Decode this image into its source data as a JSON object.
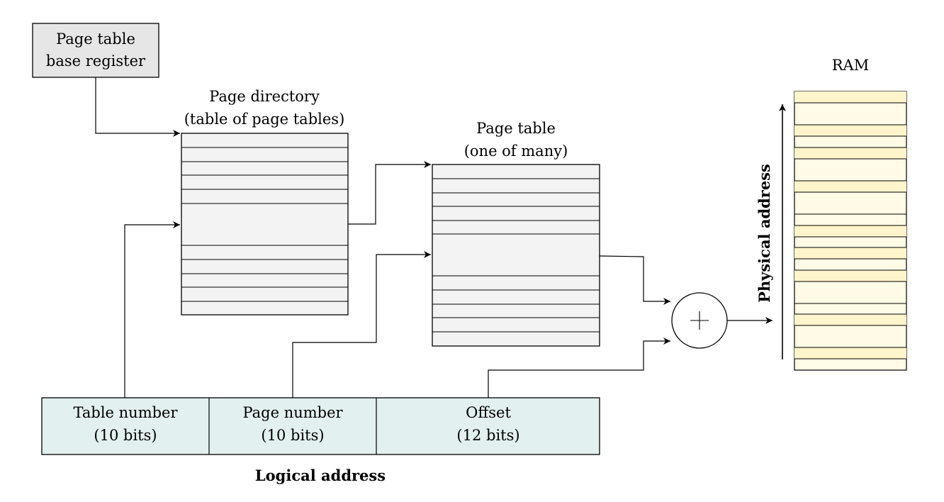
{
  "ptbr": {
    "line1": "Page table",
    "line2": "base register"
  },
  "directory": {
    "line1": "Page directory",
    "line2": "(table of page tables)"
  },
  "page_table": {
    "line1": "Page table",
    "line2": "(one of many)"
  },
  "ram": {
    "title": "RAM"
  },
  "physical_address": "Physical address",
  "logical_address": {
    "caption": "Logical address",
    "fields": [
      {
        "name": "Table number",
        "bits": "(10 bits)"
      },
      {
        "name": "Page number",
        "bits": "(10 bits)"
      },
      {
        "name": "Offset",
        "bits": "(12 bits)"
      }
    ]
  },
  "adder_symbol": "+",
  "colors": {
    "register_fill": "#e6e6e6",
    "table_fill": "#f3f3f3",
    "address_fill": "#e2f0ef",
    "ram_fill_light": "#fffbe6",
    "ram_fill_dark": "#fff5cc"
  }
}
